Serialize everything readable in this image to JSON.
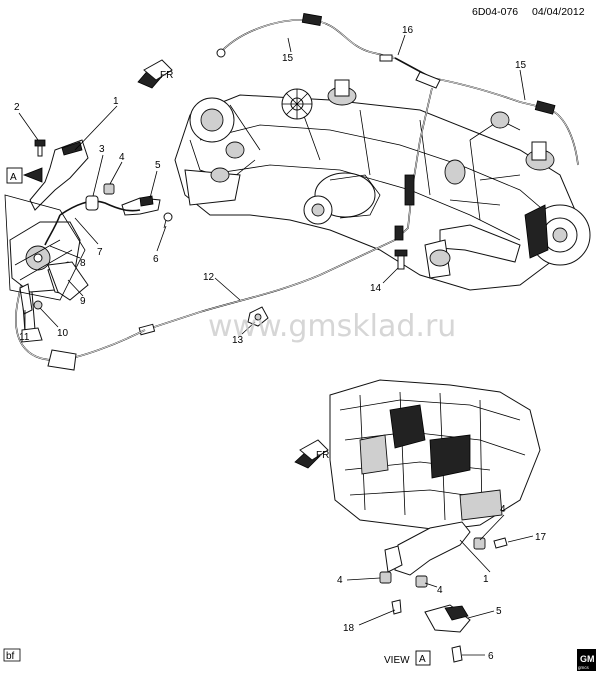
{
  "header": {
    "code": "6D04-076",
    "date": "04/04/2012"
  },
  "watermark": "www.gmsklad.ru",
  "footer": {
    "corner_mark": "bf",
    "view_label": "VIEW",
    "view_ref": "A",
    "brand_top": "GM",
    "brand_bottom": "gmcs"
  },
  "markers": {
    "fr_top": "FR",
    "fr_bottom": "FR",
    "view_tag": "A"
  },
  "callouts": {
    "c1": "1",
    "c2": "2",
    "c3": "3",
    "c4": "4",
    "c5": "5",
    "c6": "6",
    "c7": "7",
    "c8": "8",
    "c9": "9",
    "c10": "10",
    "c11": "11",
    "c12": "12",
    "c13": "13",
    "c14": "14",
    "c15a": "15",
    "c15b": "15",
    "c16": "16",
    "v4a": "4",
    "v4b": "4",
    "v4c": "4",
    "v17": "17",
    "v1": "1",
    "v18": "18",
    "v5": "5",
    "v6": "6"
  }
}
